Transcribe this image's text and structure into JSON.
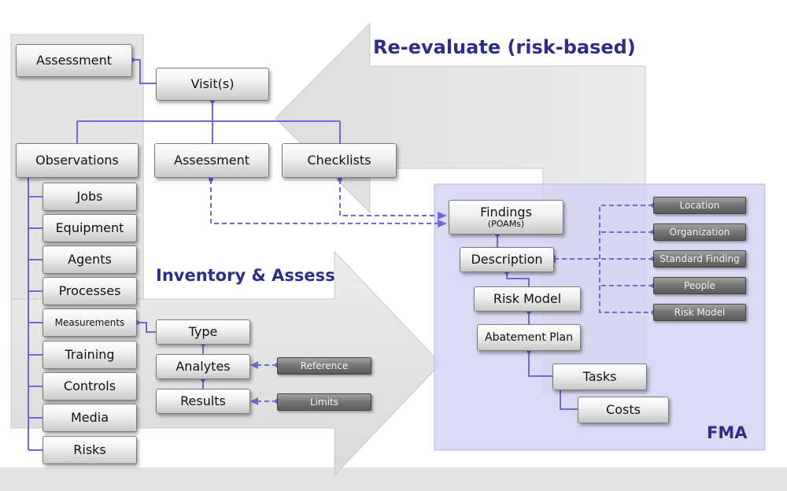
{
  "banners": {
    "reevaluate": "Re-evaluate (risk-based)",
    "inventory": "Inventory & Assess",
    "fma": "FMA"
  },
  "nodes": {
    "assessment_top": "Assessment",
    "visits": "Visit(s)",
    "observations": "Observations",
    "assessment_mid": "Assessment",
    "checklists": "Checklists",
    "jobs": "Jobs",
    "equipment": "Equipment",
    "agents": "Agents",
    "processes": "Processes",
    "measurements": "Measurements",
    "training": "Training",
    "controls": "Controls",
    "media": "Media",
    "risks": "Risks",
    "type": "Type",
    "analytes": "Analytes",
    "results": "Results",
    "findings": "Findings",
    "findings_sub": "(POAMs)",
    "description": "Description",
    "risk_model": "Risk Model",
    "abatement_plan": "Abatement Plan",
    "tasks": "Tasks",
    "costs": "Costs"
  },
  "lookups": {
    "reference": "Reference",
    "limits": "Limits",
    "location": "Location",
    "organization": "Organization",
    "standard_finding": "Standard Finding",
    "people": "People",
    "risk_model": "Risk Model"
  },
  "colors": {
    "connector": "#6a6ad8",
    "banner_text": "#2e2e88",
    "fma_region": "#d4d4f2",
    "arrow_fill": "#e6e6e6"
  }
}
